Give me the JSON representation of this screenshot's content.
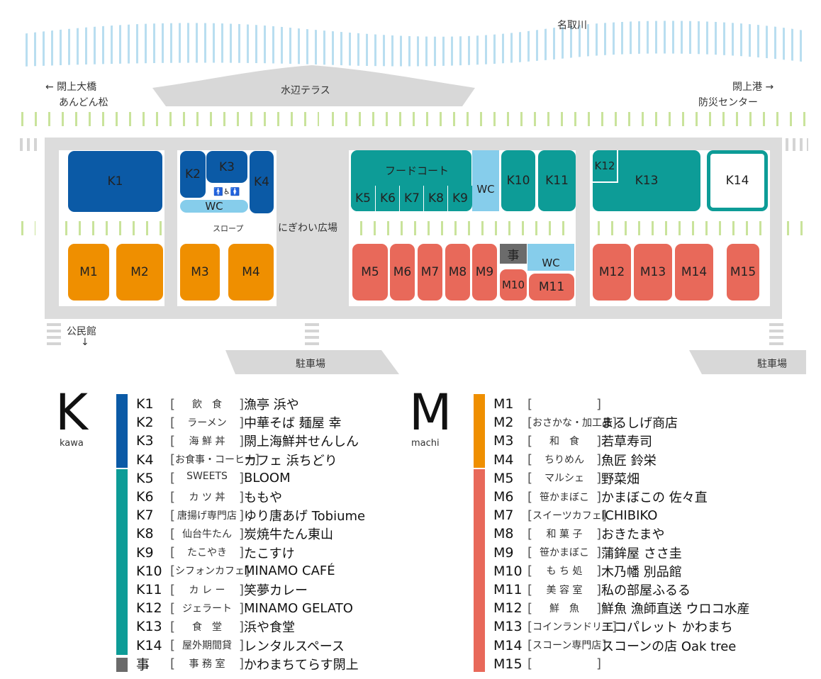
{
  "map": {
    "river": "名取川",
    "terrace": "水辺テラス",
    "left_exit": [
      "← 閖上大橋",
      "あんどん松"
    ],
    "right_exit": [
      "閖上港 →",
      "防災センター"
    ],
    "plaza": "にぎわい広場",
    "slope": "スロープ",
    "food_court": "フードコート",
    "wc": "WC",
    "community_hall": [
      "公民館",
      "↓"
    ],
    "parking": "駐車場",
    "office_symbol": "事",
    "colors": {
      "kawa_blue": "#0b5aa6",
      "kawa_teal": "#0d9c97",
      "machi_orange": "#ef8f00",
      "machi_red": "#e8695a",
      "wc": "#86cdeb",
      "office": "#6b6b6b"
    }
  },
  "units": {
    "K1": "K1",
    "K2": "K2",
    "K3": "K3",
    "K4": "K4",
    "K5": "K5",
    "K6": "K6",
    "K7": "K7",
    "K8": "K8",
    "K9": "K9",
    "K10": "K10",
    "K11": "K11",
    "K12": "K12",
    "K13": "K13",
    "K14": "K14",
    "M1": "M1",
    "M2": "M2",
    "M3": "M3",
    "M4": "M4",
    "M5": "M5",
    "M6": "M6",
    "M7": "M7",
    "M8": "M8",
    "M9": "M9",
    "M10": "M10",
    "M11": "M11",
    "M12": "M12",
    "M13": "M13",
    "M14": "M14",
    "M15": "M15"
  },
  "legend_k": {
    "letter": "K",
    "sub": "kawa",
    "rows": [
      {
        "id": "K1",
        "cat": "飲　食",
        "name": "漁亭 浜や"
      },
      {
        "id": "K2",
        "cat": "ラーメン",
        "name": "中華そば 麺屋 幸"
      },
      {
        "id": "K3",
        "cat": "海 鮮 丼",
        "name": "閖上海鮮丼せんしん"
      },
      {
        "id": "K4",
        "cat": "お食事・コーヒー",
        "name": "カフェ 浜ちどり"
      },
      {
        "id": "K5",
        "cat": "SWEETS",
        "name": "BLOOM"
      },
      {
        "id": "K6",
        "cat": "カ ツ 丼",
        "name": "ももや"
      },
      {
        "id": "K7",
        "cat": "唐揚げ専門店",
        "name": "ゆり唐あげ Tobiume"
      },
      {
        "id": "K8",
        "cat": "仙台牛たん",
        "name": "炭焼牛たん東山"
      },
      {
        "id": "K9",
        "cat": "たこやき",
        "name": "たこすけ"
      },
      {
        "id": "K10",
        "cat": "シフォンカフェ",
        "name": "MINAMO CAFÉ"
      },
      {
        "id": "K11",
        "cat": "カ レ ー",
        "name": "笑夢カレー"
      },
      {
        "id": "K12",
        "cat": "ジェラート",
        "name": "MINAMO GELATO"
      },
      {
        "id": "K13",
        "cat": "食　堂",
        "name": "浜や食堂"
      },
      {
        "id": "K14",
        "cat": "屋外期間貸",
        "name": "レンタルスペース"
      },
      {
        "id": "事",
        "cat": "事 務 室",
        "name": "かわまちてらす閖上"
      }
    ]
  },
  "legend_m": {
    "letter": "M",
    "sub": "machi",
    "rows": [
      {
        "id": "M1",
        "cat": "",
        "name": ""
      },
      {
        "id": "M2",
        "cat": "おさかな・加工品",
        "name": "まるしげ商店"
      },
      {
        "id": "M3",
        "cat": "和　食",
        "name": "若草寿司"
      },
      {
        "id": "M4",
        "cat": "ちりめん",
        "name": "魚匠 鈴栄"
      },
      {
        "id": "M5",
        "cat": "マルシェ",
        "name": "野菜畑"
      },
      {
        "id": "M6",
        "cat": "笹かまぼこ",
        "name": "かまぼこの 佐々直"
      },
      {
        "id": "M7",
        "cat": "スイーツカフェ",
        "name": "ICHIBIKO"
      },
      {
        "id": "M8",
        "cat": "和 菓 子",
        "name": "おきたまや"
      },
      {
        "id": "M9",
        "cat": "笹かまぼこ",
        "name": "蒲鉾屋 ささ圭"
      },
      {
        "id": "M10",
        "cat": "も ち 処",
        "name": "木乃幡 別品館"
      },
      {
        "id": "M11",
        "cat": "美 容 室",
        "name": "私の部屋ふるる"
      },
      {
        "id": "M12",
        "cat": "鮮　魚",
        "name": "鮮魚 漁師直送 ウロコ水産"
      },
      {
        "id": "M13",
        "cat": "コインランドリー",
        "name": "エコパレット かわまち"
      },
      {
        "id": "M14",
        "cat": "スコーン専門店",
        "name": "スコーンの店 Oak tree"
      },
      {
        "id": "M15",
        "cat": "",
        "name": ""
      }
    ]
  }
}
